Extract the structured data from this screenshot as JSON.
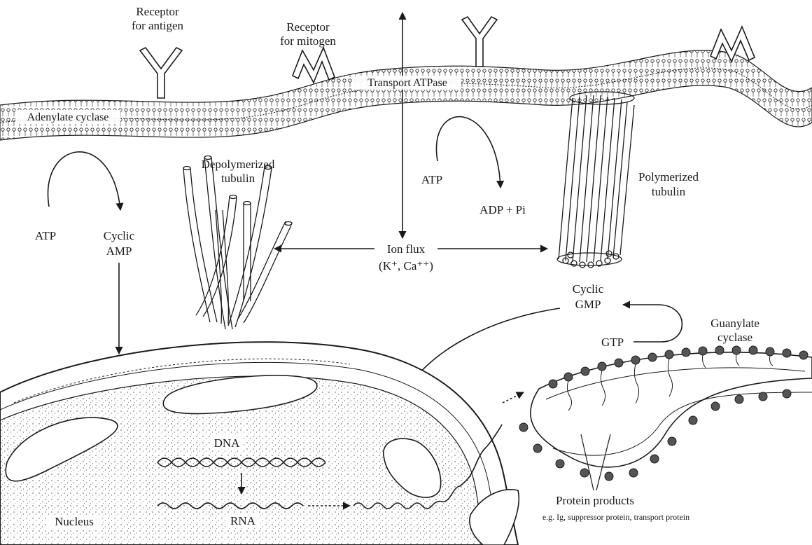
{
  "labels": {
    "receptor_antigen_1": "Receptor",
    "receptor_antigen_2": "for antigen",
    "receptor_mitogen_1": "Receptor",
    "receptor_mitogen_2": "for mitogen",
    "transport_atpase": "Transport ATPase",
    "adenylate_cyclase": "Adenylate cyclase",
    "depolymerized_1": "Depolymerized",
    "depolymerized_2": "tubulin",
    "polymerized_1": "Polymerized",
    "polymerized_2": "tubulin",
    "atp_left": "ATP",
    "cyclic_amp_1": "Cyclic",
    "cyclic_amp_2": "AMP",
    "atp_right": "ATP",
    "adp_pi": "ADP + Pi",
    "ion_flux_1": "Ion flux",
    "ion_flux_2": "(K⁺, Ca⁺⁺)",
    "cyclic_gmp_1": "Cyclic",
    "cyclic_gmp_2": "GMP",
    "gtp": "GTP",
    "guanylate_1": "Guanylate",
    "guanylate_2": "cyclase",
    "dna": "DNA",
    "rna": "RNA",
    "nucleus": "Nucleus",
    "protein_products": "Protein products",
    "protein_examples": "e.g. Ig, suppressor protein, transport protein"
  },
  "colors": {
    "ink": "#1a1a1a",
    "background": "#ffffff"
  }
}
